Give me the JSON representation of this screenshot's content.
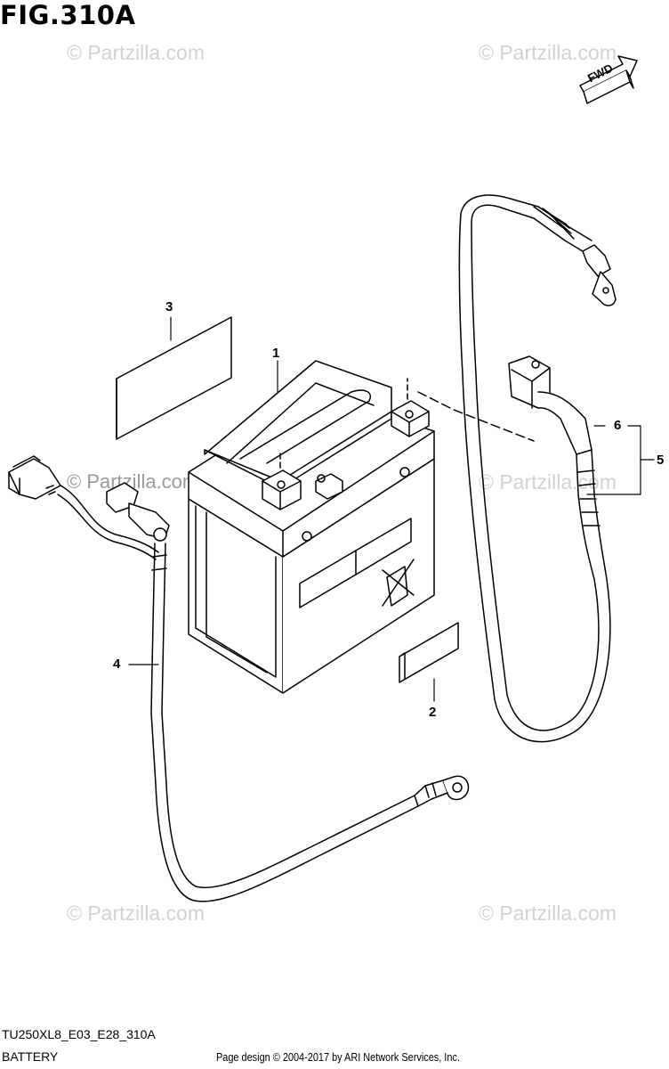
{
  "figure": {
    "title": "FIG.310A",
    "code": "TU250XL8_E03_E28_310A",
    "name": "BATTERY",
    "fwd_label": "FWD"
  },
  "callouts": [
    "1",
    "2",
    "3",
    "4",
    "5",
    "6"
  ],
  "watermark": "© Partzilla.com",
  "footer": {
    "copyright": "Page design © 2004-2017 by ARI Network Services, Inc."
  },
  "icons": {
    "fwd": "fwd-arrow-icon",
    "fuse": "fuse-connector-icon",
    "recycle": "crossed-bin-icon"
  }
}
